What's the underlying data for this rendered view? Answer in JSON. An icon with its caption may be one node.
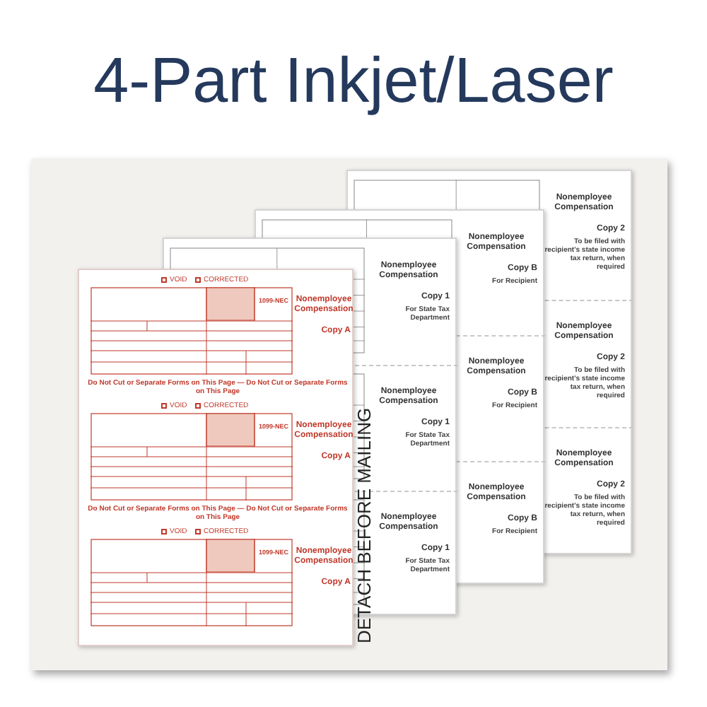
{
  "diagram": {
    "title": "4-Part Inkjet/Laser",
    "labels": [
      "DETACH BEFORE MAILING",
      "VOID",
      "CORRECTED",
      "1099-NEC",
      "Nonemployee Compensation",
      "Copy A",
      "Do Not Cut or Separate Forms on This Page — Do Not Cut or Separate Forms on This Page",
      "VOID",
      "CORRECTED",
      "1099-NEC",
      "Nonemployee Compensation",
      "Copy A",
      "Do Not Cut or Separate Forms on This Page — Do Not Cut or Separate Forms on This Page",
      "VOID",
      "CORRECTED",
      "1099-NEC",
      "Nonemployee Compensation",
      "Copy A",
      "Nonemployee Compensation",
      "Copy 1",
      "For State Tax Department",
      "Nonemployee Compensation",
      "Copy 1",
      "For State Tax Department",
      "Nonemployee Compensation",
      "Copy 1",
      "For State Tax Department",
      "Nonemployee Compensation",
      "Copy B",
      "For Recipient",
      "Nonemployee Compensation",
      "Copy B",
      "For Recipient",
      "Nonemployee Compensation",
      "Copy B",
      "For Recipient",
      "Nonemployee Compensation",
      "Copy 2",
      "To be filed with recipient's state income tax return, when required",
      "Nonemployee Compensation",
      "Copy 2",
      "To be filed with recipient's state income tax return, when required",
      "Nonemployee Compensation",
      "Copy 2",
      "To be filed with recipient's state income tax return, when required"
    ]
  }
}
